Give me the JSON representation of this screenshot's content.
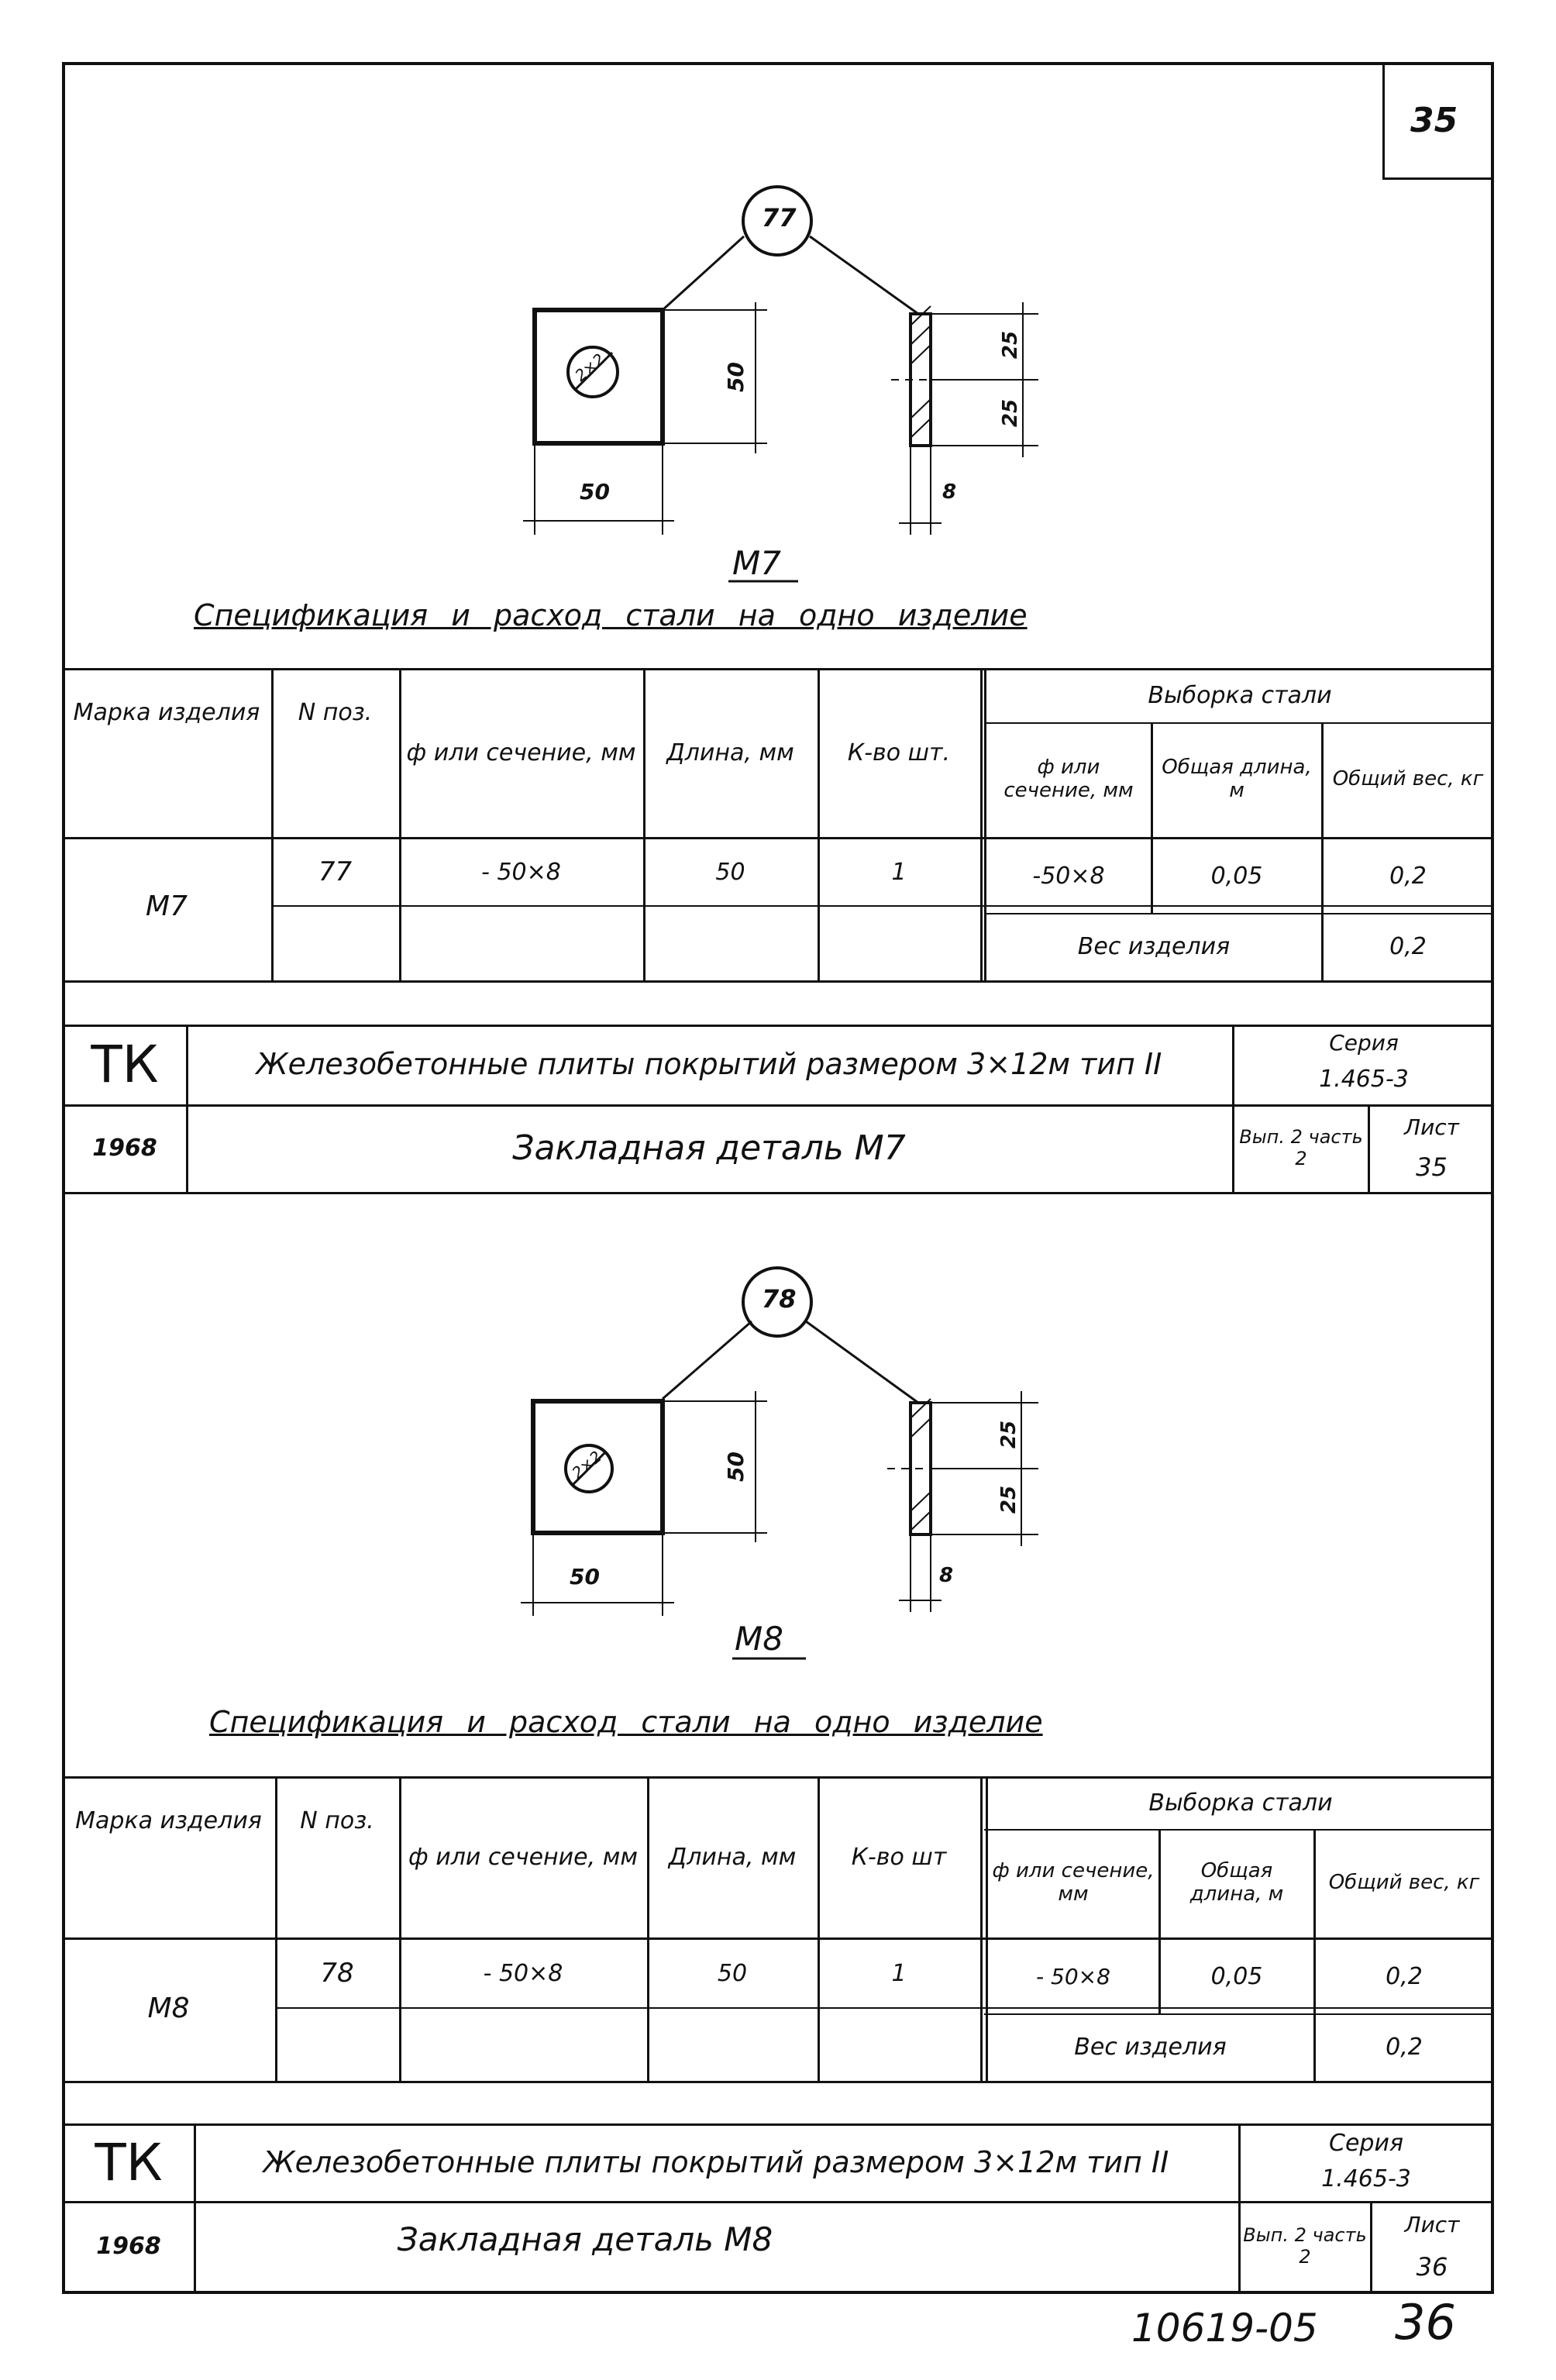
{
  "page_number_top": "35",
  "footer_code": "10619-05",
  "footer_page": "36",
  "sections": [
    {
      "id": "m7",
      "position_label": "77",
      "plate_dim_width": "50",
      "plate_dim_height": "50",
      "side_dim_top": "25",
      "side_dim_bottom": "25",
      "thickness": "8",
      "circle_inner_label": "2×2",
      "mark_title": "М7",
      "spec_title": "Спецификация и расход стали на одно изделие",
      "table": {
        "h_mark": "Марка изделия",
        "h_pos": "N поз.",
        "h_section": "ф или сечение, мм",
        "h_length": "Длина, мм",
        "h_qty": "К-во шт.",
        "h_sample": "Выборка стали",
        "h_sample_section": "ф или сечение, мм",
        "h_total_length": "Общая длина, м",
        "h_total_weight": "Общий вес, кг",
        "mark": "М7",
        "pos": "77",
        "section": "- 50×8",
        "length": "50",
        "qty": "1",
        "s_section": "-50×8",
        "s_length": "0,05",
        "s_weight": "0,2",
        "product_weight_label": "Вес изделия",
        "product_weight": "0,2"
      },
      "stamp": {
        "org": "ТК",
        "year": "1968",
        "title": "Железобетонные плиты покрытий размером 3×12м тип II",
        "detail": "Закладная деталь М7",
        "series_label": "Серия",
        "series": "1.465-3",
        "issue": "Вып. 2 часть 2",
        "sheet_label": "Лист",
        "sheet": "35"
      }
    },
    {
      "id": "m8",
      "position_label": "78",
      "plate_dim_width": "50",
      "plate_dim_height": "50",
      "side_dim_top": "25",
      "side_dim_bottom": "25",
      "thickness": "8",
      "circle_inner_label": "2×2",
      "mark_title": "М8",
      "spec_title": "Спецификация и расход стали на одно изделие",
      "table": {
        "h_mark": "Марка изделия",
        "h_pos": "N поз.",
        "h_section": "ф или сечение, мм",
        "h_length": "Длина, мм",
        "h_qty": "К-во шт",
        "h_sample": "Выборка стали",
        "h_sample_section": "ф или сечение, мм",
        "h_total_length": "Общая длина, м",
        "h_total_weight": "Общий вес, кг",
        "mark": "М8",
        "pos": "78",
        "section": "- 50×8",
        "length": "50",
        "qty": "1",
        "s_section": "- 50×8",
        "s_length": "0,05",
        "s_weight": "0,2",
        "product_weight_label": "Вес изделия",
        "product_weight": "0,2"
      },
      "stamp": {
        "org": "ТК",
        "year": "1968",
        "title": "Железобетонные плиты покрытий размером 3×12м тип II",
        "detail": "Закладная деталь М8",
        "series_label": "Серия",
        "series": "1.465-3",
        "issue": "Вып. 2 часть 2",
        "sheet_label": "Лист",
        "sheet": "36"
      }
    }
  ]
}
